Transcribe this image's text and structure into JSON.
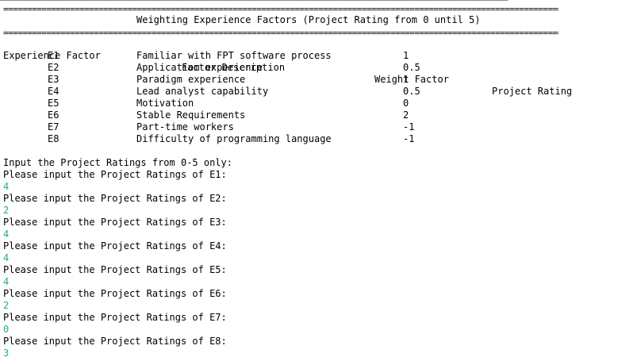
{
  "console": {
    "separator": "========================================================================================================================",
    "title": "Weighting Experience Factors (Project Rating from 0 until 5)",
    "headers": {
      "factor": "Experience Factor",
      "description": "Factor Description",
      "weight": "Weight Factor",
      "rating": "Project Rating"
    },
    "rows": [
      {
        "id": "E1",
        "description": "Familiar with FPT software process",
        "weight": "1"
      },
      {
        "id": "E2",
        "description": "Applicatiom experience",
        "weight": "0.5"
      },
      {
        "id": "E3",
        "description": "Paradigm experience",
        "weight": "1"
      },
      {
        "id": "E4",
        "description": "Lead analyst capability",
        "weight": "0.5"
      },
      {
        "id": "E5",
        "description": "Motivation",
        "weight": "0"
      },
      {
        "id": "E6",
        "description": "Stable Requirements",
        "weight": "2"
      },
      {
        "id": "E7",
        "description": "Part-time workers",
        "weight": "-1"
      },
      {
        "id": "E8",
        "description": "Difficulty of programming language",
        "weight": "-1"
      }
    ],
    "input_header": "Input the Project Ratings from 0-5 only:",
    "prompts": [
      {
        "text": "Please input the Project Ratings of E1:",
        "value": "4"
      },
      {
        "text": "Please input the Project Ratings of E2:",
        "value": "2"
      },
      {
        "text": "Please input the Project Ratings of E3:",
        "value": "4"
      },
      {
        "text": "Please input the Project Ratings of E4:",
        "value": "4"
      },
      {
        "text": "Please input the Project Ratings of E5:",
        "value": "4"
      },
      {
        "text": "Please input the Project Ratings of E6:",
        "value": "2"
      },
      {
        "text": "Please input the Project Ratings of E7:",
        "value": "0"
      },
      {
        "text": "Please input the Project Ratings of E8:",
        "value": "3"
      }
    ],
    "input_color": "#1fb08a"
  }
}
